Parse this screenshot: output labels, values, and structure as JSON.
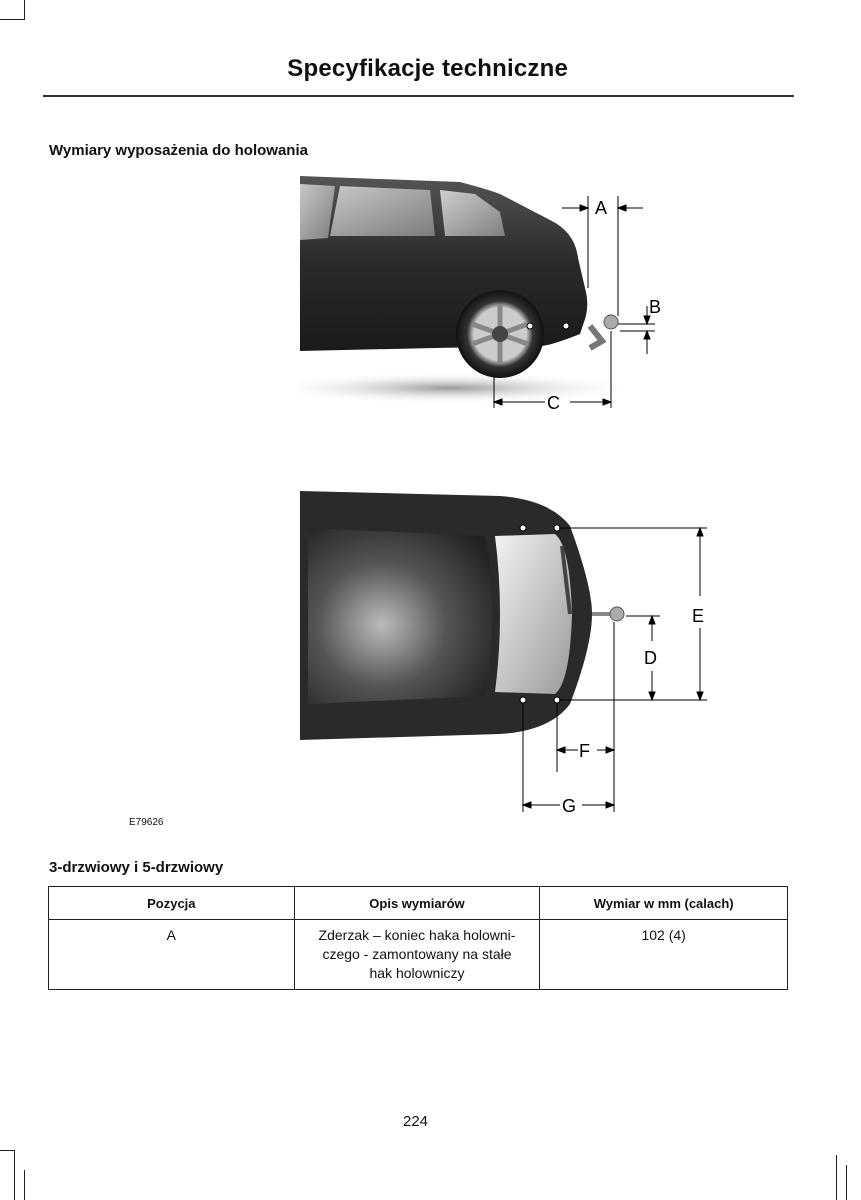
{
  "header": {
    "title": "Specyfikacje techniczne"
  },
  "section": {
    "heading": "Wymiary wyposażenia do holowania"
  },
  "figure": {
    "code": "E79626",
    "side_labels": {
      "a": "A",
      "b": "B",
      "c": "C"
    },
    "top_labels": {
      "d": "D",
      "e": "E",
      "f": "F",
      "g": "G"
    }
  },
  "table": {
    "heading": "3-drzwiowy i 5-drzwiowy",
    "columns": [
      "Pozycja",
      "Opis wymiarów",
      "Wymiar w mm (calach)"
    ],
    "rows": [
      {
        "position": "A",
        "description": "Zderzak – koniec haka holowni-\nczego - zamontowany na stałe\nhak holowniczy",
        "value": "102 (4)"
      }
    ]
  },
  "footer": {
    "page_number": "224"
  }
}
